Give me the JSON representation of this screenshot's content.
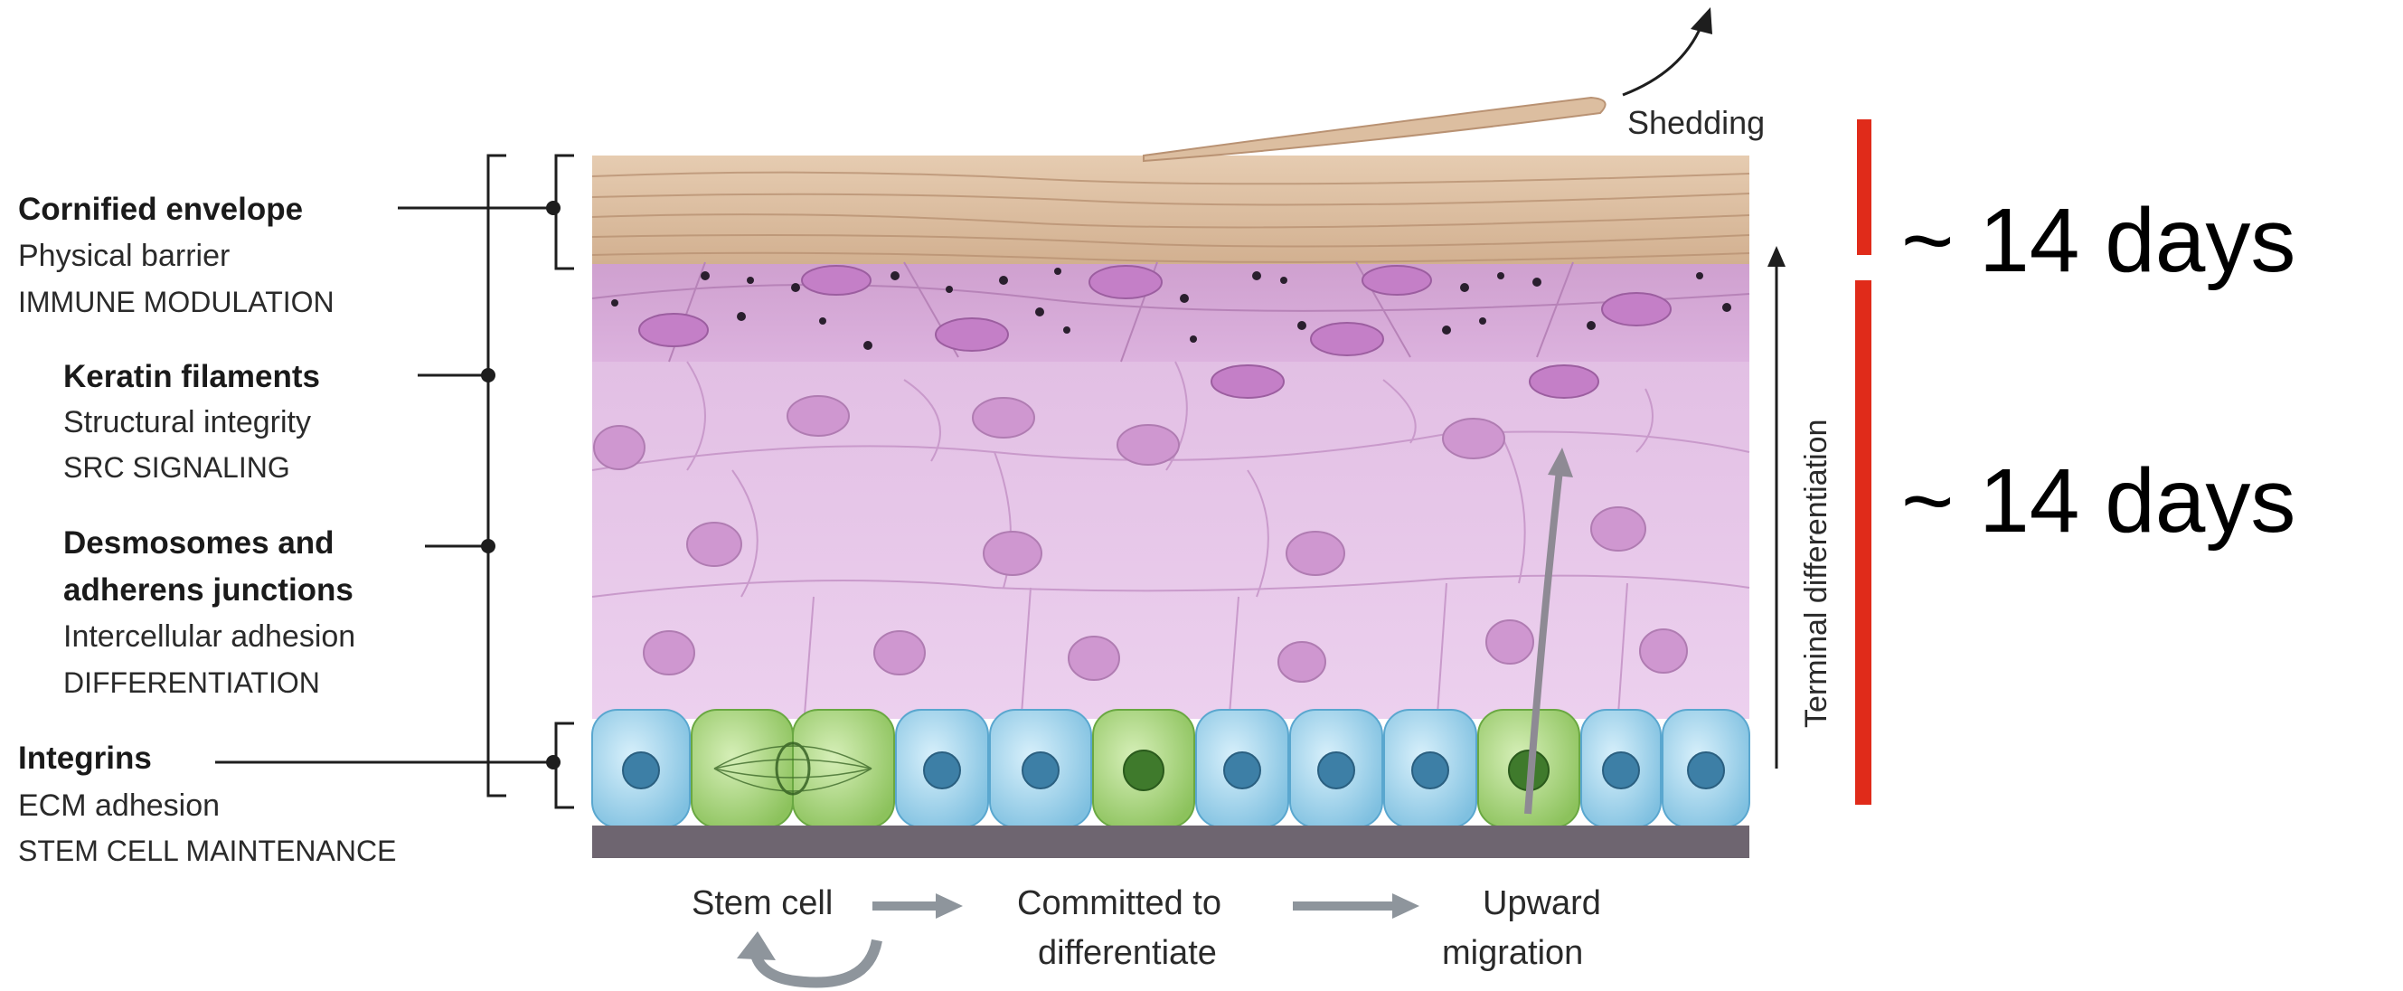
{
  "annotations": [
    {
      "title": "Cornified envelope",
      "lines": [
        "Physical barrier",
        "IMMUNE MODULATION"
      ]
    },
    {
      "title": "Keratin filaments",
      "lines": [
        "Structural integrity",
        "SRC SIGNALING"
      ]
    },
    {
      "title": "Desmosomes and",
      "title2": "adherens junctions",
      "lines": [
        "Intercellular adhesion",
        "DIFFERENTIATION"
      ]
    },
    {
      "title": "Integrins",
      "lines": [
        "ECM adhesion",
        "STEM CELL MAINTENANCE"
      ]
    }
  ],
  "shedding": "Shedding",
  "terminal_differentiation": "Terminal differentiation",
  "durations": [
    "~ 14 days",
    "~ 14 days"
  ],
  "flow": {
    "stem_cell": "Stem cell",
    "committed_1": "Committed to",
    "committed_2": "differentiate",
    "upward_1": "Upward",
    "upward_2": "migration"
  },
  "colors": {
    "cornified": "#dcbfa2",
    "granular": "#d4a8d4",
    "spinous": "#ddb3de",
    "basal_blue": "#8fcbe6",
    "basal_green": "#9bcf6d",
    "membrane": "#6e6570",
    "scale_bar": "#e02b1a"
  }
}
